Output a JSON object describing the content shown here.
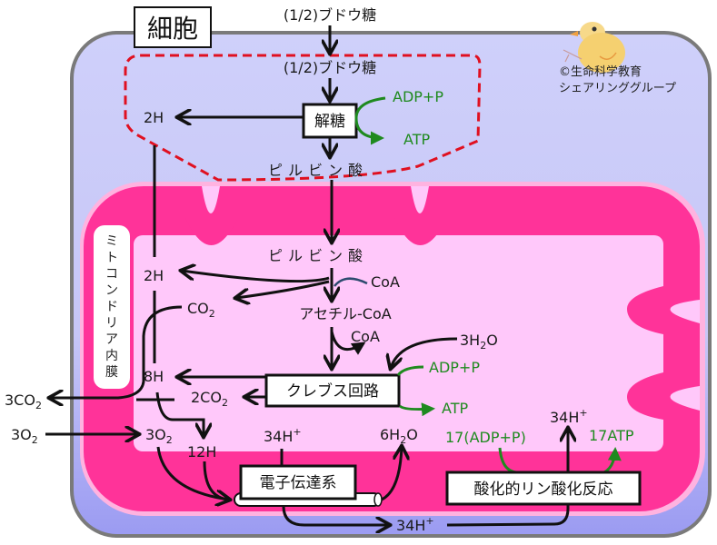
{
  "title": "細胞",
  "credit": {
    "line1": "©生命科学教育",
    "line2": "シェアリンググループ"
  },
  "membrane_label": [
    "ミ",
    "ト",
    "コ",
    "ン",
    "ド",
    "リ",
    "ア",
    "内",
    "膜"
  ],
  "glycolysis": {
    "input_outside": "(1/2)ブドウ糖",
    "input_inside": "(1/2)ブドウ糖",
    "process": "解糖",
    "hydrogen": "2H",
    "adp": "ADP+P",
    "atp": "ATP",
    "product": "ピルビン酸"
  },
  "mitochondria": {
    "pyruvate": "ピルビン酸",
    "hydrogen": "2H",
    "coa_in": "CoA",
    "co2": "CO",
    "co2_sub": "2",
    "acetyl": "アセチル-CoA",
    "coa_out": "CoA",
    "water": "3H",
    "water_sub": "2",
    "water_tail": "O",
    "krebs": "クレブス回路",
    "krebs_adp": "ADP+P",
    "krebs_atp": "ATP",
    "h8": "8H",
    "co2_2": "2CO",
    "co2_2_sub": "2",
    "co2_3": "3CO",
    "co2_3_sub": "2",
    "o2_out": "3O",
    "o2_out_sub": "2",
    "o2_in": "3O",
    "o2_in_sub": "2",
    "h12": "12H",
    "hplus_etc": "34H",
    "hplus_sup": "+",
    "h2o6": "6H",
    "h2o6_sub": "2",
    "h2o6_tail": "O",
    "etc": "電子伝達系",
    "adp17": "17(ADP+P)",
    "atp17": "17ATP",
    "hplus_top": "34H",
    "hplus_top_sup": "+",
    "oxphos": "酸化的リン酸化反応",
    "hplus_bottom": "34H",
    "hplus_bottom_sup": "+"
  },
  "colors": {
    "cell_fill": "#c9c9f7",
    "cell_bottom": "#8f8ff0",
    "cell_stroke": "#7a7a7a",
    "membrane": "#ff3399",
    "membrane_edge": "#ffb3e0",
    "matrix": "#ffc8fa",
    "dashed": "#e01020",
    "atp_green": "#1f8a1f",
    "coa_blue": "#2c4a6e"
  }
}
